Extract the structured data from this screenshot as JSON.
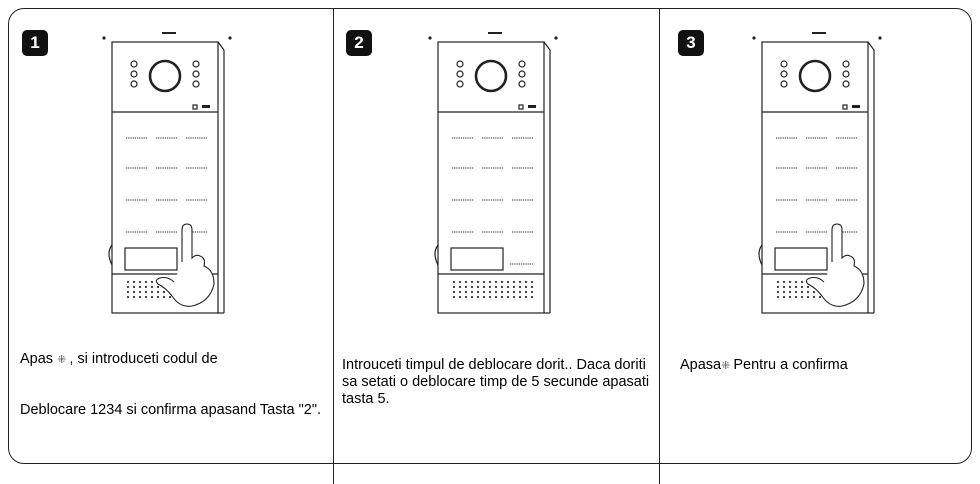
{
  "steps": [
    {
      "number": "1",
      "caption_a_before": "Apas",
      "caption_a_symbol": "⁜",
      "caption_a_after": ", si introduceti codul de",
      "caption_b": "Deblocare 1234 si confirma apasand Tasta \"2\".",
      "hand": true,
      "side_keypad": false
    },
    {
      "number": "2",
      "caption": "Introuceti timpul de deblocare dorit.. Daca doriti sa setati o deblocare timp de 5 secunde apasati tasta 5.",
      "hand": false,
      "side_keypad": true
    },
    {
      "number": "3",
      "caption_a_before": "Apasa",
      "caption_a_symbol": "⁜",
      "caption_a_after": " Pentru a confirma",
      "hand": true,
      "side_keypad": false
    }
  ]
}
